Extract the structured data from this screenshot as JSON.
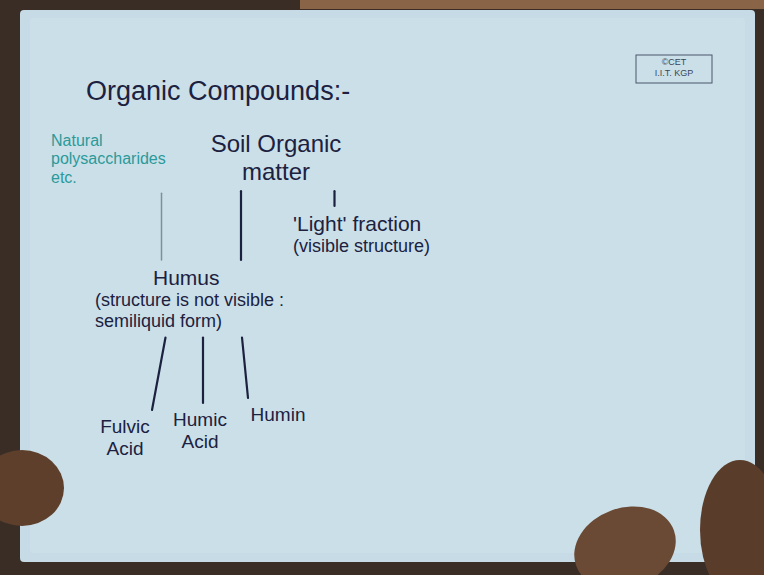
{
  "diagram": {
    "title": "Organic Compounds:-",
    "nodes": [
      {
        "text": [
          "Natural polysaccharides etc."
        ]
      },
      {
        "text": [
          "Soil Organic matter"
        ]
      },
      {
        "text": [
          "Humus",
          "(structure is not visible : semiliquid form)"
        ]
      },
      {
        "text": [
          "'Light' fraction",
          "(visible structure)"
        ]
      },
      {
        "text": [
          "Fulvic Acid"
        ]
      },
      {
        "text": [
          "Humic Acid"
        ]
      },
      {
        "text": [
          "Humin"
        ]
      }
    ],
    "edges": [
      {
        "from": 1,
        "to": 2,
        "arrow": "none"
      },
      {
        "from": 1,
        "to": 3,
        "arrow": "none"
      },
      {
        "from": 0,
        "to": 2,
        "arrow": "none"
      },
      {
        "from": 2,
        "to": 4,
        "arrow": "none"
      },
      {
        "from": 2,
        "to": 5,
        "arrow": "none"
      },
      {
        "from": 2,
        "to": 6,
        "arrow": "none"
      }
    ],
    "labels": [
      "©CET",
      "I.I.T. KGP"
    ]
  }
}
